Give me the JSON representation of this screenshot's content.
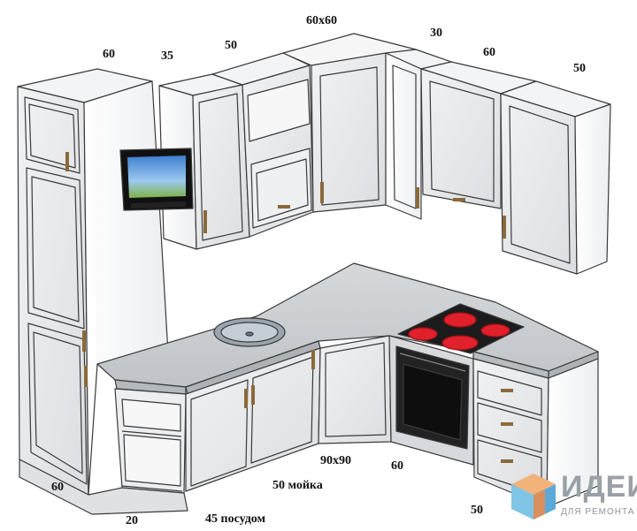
{
  "dimensions": {
    "top_corner": "60x60",
    "top_left_60": "60",
    "top_35": "35",
    "top_50": "50",
    "top_30": "30",
    "top_60_right": "60",
    "top_50_right": "50",
    "bottom_left_60": "60",
    "bottom_20": "20",
    "dishwasher": "45 посудом",
    "sink": "50 мойка",
    "corner_base": "90x90",
    "oven_60": "60",
    "bottom_right_50": "50"
  },
  "logo": {
    "title": "ИДЕИ",
    "subtitle": "ДЛЯ РЕМОНТА"
  },
  "colors": {
    "cabinet_face": "#e9eaec",
    "cabinet_side": "#f7f7f8",
    "countertop": "#c9ccd0",
    "outline": "#3a3a3a",
    "hob": "#1c1c1c",
    "burner": "#e0202a",
    "oven": "#222222"
  }
}
